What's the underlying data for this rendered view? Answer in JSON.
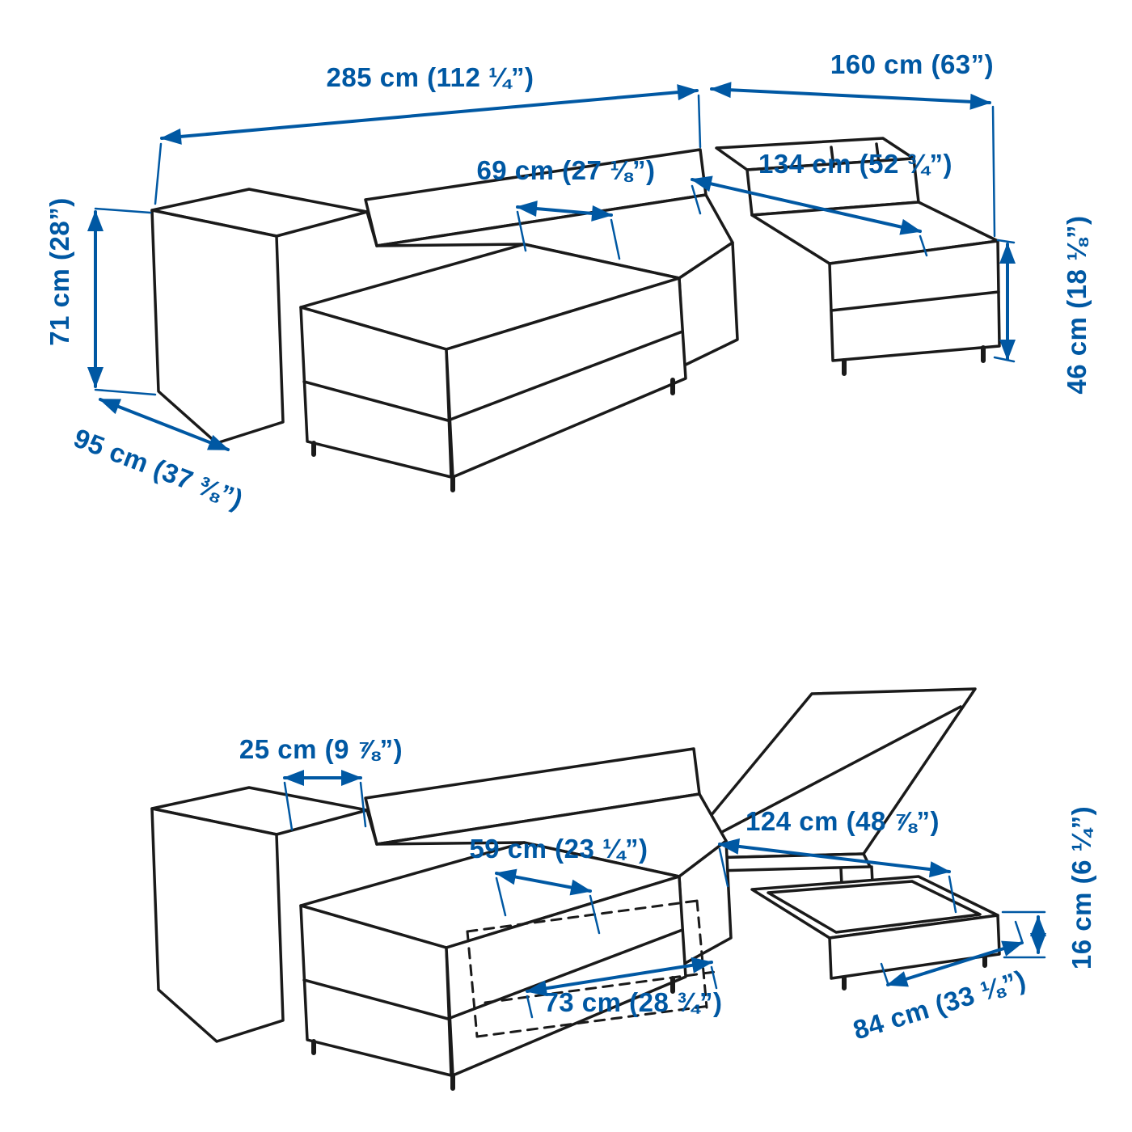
{
  "accent_color": "#0058a3",
  "line_color": "#1a1a1a",
  "views": {
    "assembled": {
      "labels": {
        "total_width": "285 cm (112 ¼”)",
        "chaise_section_width": "160 cm (63”)",
        "seat_width": "69 cm (27 ⅛”)",
        "chaise_length": "134 cm (52 ¾”)",
        "height": "71 cm (28”)",
        "depth": "95 cm (37 ⅜”)",
        "seat_height": "46 cm (18 ⅛”)"
      }
    },
    "open_storage": {
      "labels": {
        "armrest_width": "25 cm (9 ⅞”)",
        "seat_opening_depth": "59 cm (23 ¼”)",
        "storage_length": "124 cm (48 ⅞”)",
        "storage_inner_length": "73 cm (28 ¾”)",
        "storage_width": "84 cm (33 ⅛”)",
        "storage_depth": "16 cm (6 ¼”)"
      }
    }
  }
}
